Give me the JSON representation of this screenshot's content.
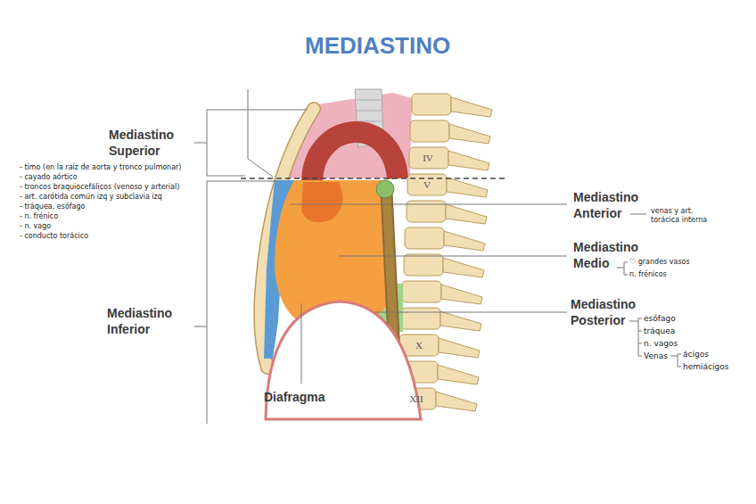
{
  "diagram": {
    "title": "MEDIASTINO",
    "labels": [
      "Mediastino Superior",
      "- timo (en la raíz de aorta y tronco pulmonar)",
      "- cayado aórtico",
      "- troncos braquiocefálicos (venoso y arterial)",
      "- art. carótida común izq y subclavia izq",
      "- tráquea, esófago",
      "- n. frénico",
      "- n. vago",
      "- conducto torácico",
      "Mediastino Inferior",
      "Mediastino Anterior",
      "venas y art. torácica interna",
      "Mediastino Medio",
      "♡ grandes vasos",
      "n. frénicos",
      "Mediastino Posterior",
      "esófago",
      "tráquea",
      "n. vagos",
      "Venas",
      "ácigos",
      "hemiácigos",
      "Diafragma",
      "IV",
      "V",
      "X",
      "XII"
    ]
  }
}
